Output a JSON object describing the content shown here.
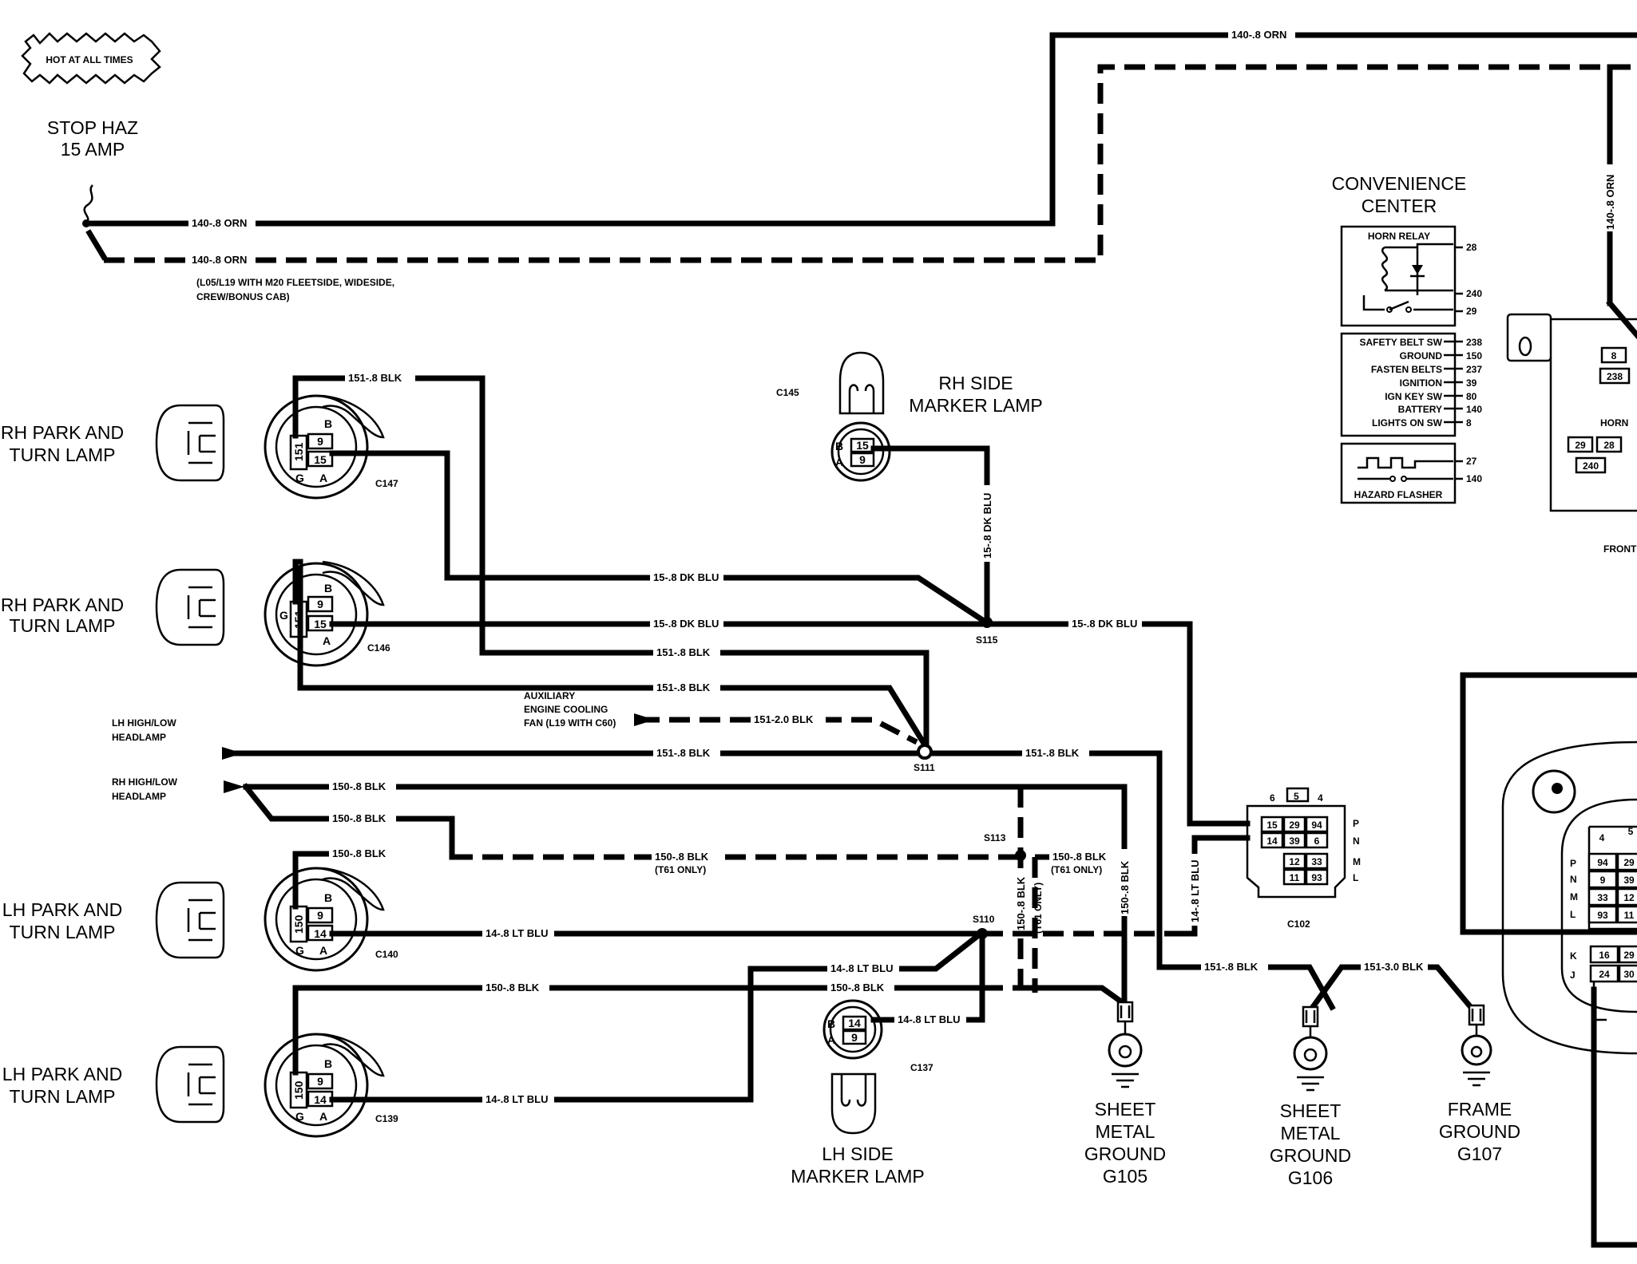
{
  "header": {
    "hot_badge": "HOT AT ALL TIMES",
    "fuse_name": "STOP HAZ",
    "fuse_rating": "15 AMP"
  },
  "wires": {
    "w140_top": "140-.8 ORN",
    "w140_a": "140-.8 ORN",
    "w140_b": "140-.8 ORN",
    "w140_c": "140-.8 ORN",
    "option_note_1": "(L05/L19 WITH M20 FLEETSIDE, WIDESIDE,",
    "option_note_2": "CREW/BONUS CAB)",
    "w151_c147": "151-.8 BLK",
    "w15_dk_1": "15-.8 DK BLU",
    "w15_dk_2": "15-.8 DK BLU",
    "w15_dk_3": "15-.8 DK BLU",
    "w15_dk_vert": "15-.8 DK BLU",
    "w151_a": "151-.8 BLK",
    "w151_b": "151-.8 BLK",
    "w151_c": "151-.8 BLK",
    "w151_d": "151-.8 BLK",
    "w151_2": "151-2.0 BLK",
    "w151_3": "151-3.0 BLK",
    "w151_e": "151-.8 BLK",
    "w150_a": "150-.8 BLK",
    "w150_b": "150-.8 BLK",
    "w150_c": "150-.8 BLK",
    "w150_d": "150-.8 BLK",
    "w150_e": "150-.8 BLK",
    "w150_f": "150-.8 BLK",
    "w150_g": "150-.8 BLK",
    "w150_vert_a": "150-.8 BLK",
    "w150_vert_b": "150-.8 BLK",
    "t61_a": "(T61 ONLY)",
    "t61_b": "(T61 ONLY)",
    "t61_c": "(T61 ONLY)",
    "w14_a": "14-.8 LT BLU",
    "w14_b": "14-.8 LT BLU",
    "w14_c": "14-.8 LT BLU",
    "w14_d": "14-.8 LT BLU",
    "w14_vert": "14-.8 LT BLU",
    "aux_fan_1": "AUXILIARY",
    "aux_fan_2": "ENGINE COOLING",
    "aux_fan_3": "FAN (L19 WITH C60)",
    "lh_head_1": "LH HIGH/LOW",
    "lh_head_2": "HEADLAMP",
    "rh_head_1": "RH HIGH/LOW",
    "rh_head_2": "HEADLAMP"
  },
  "splices": {
    "s115": "S115",
    "s111": "S111",
    "s113": "S113",
    "s110": "S110"
  },
  "components": {
    "rh_park_1_a": "RH PARK AND",
    "rh_park_1_b": "TURN LAMP",
    "rh_park_2_a": "RH PARK AND",
    "rh_park_2_b": "TURN LAMP",
    "lh_park_1_a": "LH PARK AND",
    "lh_park_1_b": "TURN LAMP",
    "lh_park_2_a": "LH PARK AND",
    "lh_park_2_b": "TURN LAMP",
    "rh_side_a": "RH SIDE",
    "rh_side_b": "MARKER LAMP",
    "lh_side_a": "LH SIDE",
    "lh_side_b": "MARKER LAMP",
    "g105": [
      "SHEET",
      "METAL",
      "GROUND",
      "G105"
    ],
    "g106": [
      "SHEET",
      "METAL",
      "GROUND",
      "G106"
    ],
    "g107": [
      "FRAME",
      "GROUND",
      "G107"
    ]
  },
  "connectors": {
    "c147": "C147",
    "c146": "C146",
    "c145": "C145",
    "c140": "C140",
    "c139": "C139",
    "c137": "C137",
    "c102": "C102",
    "pin_151": "151",
    "pin_150": "150",
    "pin_9": "9",
    "pin_15": "15",
    "pin_14": "14",
    "pin_A": "A",
    "pin_B": "B",
    "pin_G": "G",
    "c102_pins": [
      "15",
      "29",
      "94",
      "14",
      "39",
      "6",
      "12",
      "33",
      "11",
      "93"
    ],
    "c102_cols": [
      "6",
      "5",
      "4"
    ],
    "c102_rows": [
      "P",
      "N",
      "M",
      "L"
    ]
  },
  "convenience_center": {
    "title_1": "CONVENIENCE",
    "title_2": "CENTER",
    "horn_relay": "HORN RELAY",
    "horn_pins": [
      "28",
      "240",
      "29"
    ],
    "module_lines": [
      "SAFETY BELT SW",
      "GROUND",
      "FASTEN BELTS",
      "IGNITION",
      "IGN KEY SW",
      "BATTERY",
      "LIGHTS ON SW"
    ],
    "module_pins": [
      "238",
      "150",
      "237",
      "39",
      "80",
      "140",
      "8"
    ],
    "hazard_flasher": "HAZARD FLASHER",
    "flasher_pins": [
      "27",
      "140"
    ]
  },
  "fuse_block": {
    "cells_top": [
      "8",
      "238"
    ],
    "horn": "HORN",
    "horn_cells": [
      "29",
      "28",
      "240"
    ],
    "front_label": "FRONT"
  },
  "right_connector": {
    "col_top": [
      "4",
      "5"
    ],
    "rows": [
      "P",
      "N",
      "M",
      "L",
      "K",
      "J"
    ],
    "cells_a": [
      "94",
      "9",
      "33",
      "93"
    ],
    "cells_b": [
      "29",
      "39",
      "12",
      "11"
    ],
    "cells_k": [
      "16",
      "24"
    ],
    "cells_k2": [
      "29",
      "30"
    ]
  }
}
